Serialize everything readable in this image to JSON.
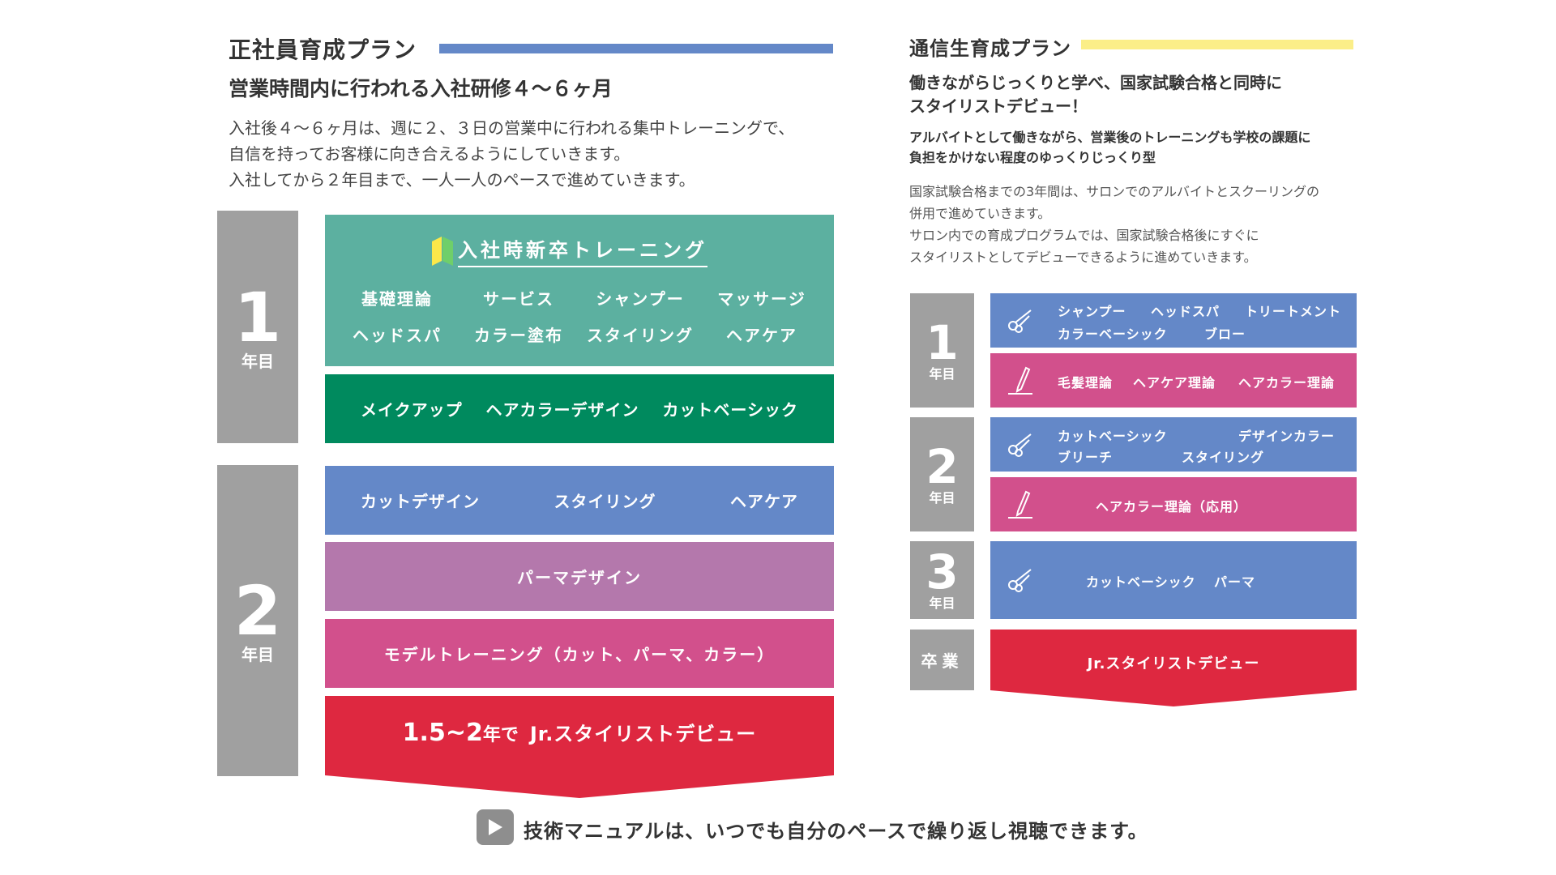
{
  "colors": {
    "teal": "#5cb0a0",
    "green": "#008a5e",
    "blue": "#6488c8",
    "purple": "#b478ac",
    "pink": "#d2508c",
    "red": "#de2840",
    "gray": "#a0a0a0",
    "left_title_bar": "#6488c8",
    "right_title_bar": "#fbee88"
  },
  "left": {
    "title": "正社員育成プラン",
    "subtitle": "営業時間内に行われる入社研修４〜６ヶ月",
    "desc": [
      "入社後４〜６ヶ月は、週に２、３日の営業中に行われる集中トレーニングで、",
      "自信を持ってお客様に向き合えるようにしていきます。",
      "入社してから２年目まで、一人一人のペースで進めていきます。"
    ],
    "year1": {
      "num": "1",
      "label": "年目"
    },
    "year2": {
      "num": "2",
      "label": "年目"
    },
    "newgrad": {
      "title": "入社時新卒トレーニング",
      "icon": "beginner-mark-icon",
      "items": [
        "基礎理論",
        "サービス",
        "シャンプー",
        "マッサージ",
        "ヘッドスパ",
        "カラー塗布",
        "スタイリング",
        "ヘアケア"
      ]
    },
    "green_items": [
      "メイクアップ",
      "ヘアカラーデザイン",
      "カットベーシック"
    ],
    "blue_items": [
      "カットデザイン",
      "スタイリング",
      "ヘアケア"
    ],
    "purple_text": "パーマデザイン",
    "pink_text": "モデルトレーニング（カット、パーマ、カラー）",
    "debut": {
      "years": "1.5~2",
      "unit": "年で",
      "title": "Jr.スタイリストデビュー"
    }
  },
  "right": {
    "title": "通信生育成プラン",
    "subtitle": [
      "働きながらじっくりと学べ、国家試験合格と同時に",
      "スタイリストデビュー！"
    ],
    "subtitle2": [
      "アルバイトとして働きながら、営業後のトレーニングも学校の課題に",
      "負担をかけない程度のゆっくりじっくり型"
    ],
    "desc": [
      "国家試験合格までの3年間は、サロンでのアルバイトとスクーリングの",
      "併用で進めていきます。",
      "サロン内での育成プログラムでは、国家試験合格後にすぐに",
      "スタイリストとしてデビューできるように進めていきます。"
    ],
    "year1": {
      "num": "1",
      "label": "年目"
    },
    "year2": {
      "num": "2",
      "label": "年目"
    },
    "year3": {
      "num": "3",
      "label": "年目"
    },
    "grad": "卒業",
    "y1_practical": [
      "シャンプー",
      "ヘッドスパ",
      "トリートメント",
      "カラーベーシック",
      "ブロー"
    ],
    "y1_theory": [
      "毛髪理論",
      "ヘアケア理論",
      "ヘアカラー理論"
    ],
    "y2_practical": [
      "カットベーシック",
      "デザインカラー",
      "ブリーチ",
      "スタイリング"
    ],
    "y2_theory": "ヘアカラー理論（応用）",
    "y3_practical": [
      "カットベーシック",
      "パーマ"
    ],
    "debut": "Jr.スタイリストデビュー"
  },
  "footer": {
    "icon": "play-icon",
    "text": "技術マニュアルは、いつでも自分のペースで繰り返し視聴できます。"
  }
}
